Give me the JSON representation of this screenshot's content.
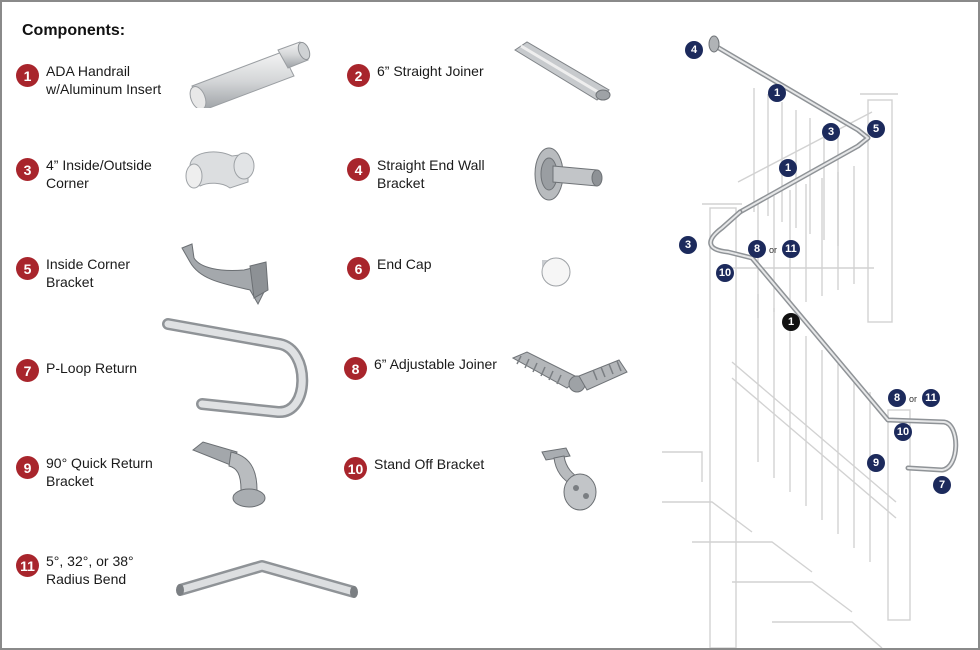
{
  "title": "Components:",
  "components": [
    {
      "num": "1",
      "line1": "ADA Handrail",
      "line2": "w/Aluminum Insert"
    },
    {
      "num": "2",
      "line1": "6” Straight Joiner",
      "line2": ""
    },
    {
      "num": "3",
      "line1": "4” Inside/Outside",
      "line2": "Corner"
    },
    {
      "num": "4",
      "line1": "Straight End Wall",
      "line2": "Bracket"
    },
    {
      "num": "5",
      "line1": "Inside Corner",
      "line2": "Bracket"
    },
    {
      "num": "6",
      "line1": "End Cap",
      "line2": ""
    },
    {
      "num": "7",
      "line1": "P-Loop Return",
      "line2": ""
    },
    {
      "num": "8",
      "line1": "6” Adjustable Joiner",
      "line2": ""
    },
    {
      "num": "9",
      "line1": "90° Quick Return",
      "line2": "Bracket"
    },
    {
      "num": "10",
      "line1": "Stand Off Bracket",
      "line2": ""
    },
    {
      "num": "11",
      "line1": "5°, 32°, or 38°",
      "line2": "Radius Bend"
    }
  ],
  "callouts": {
    "c4": "4",
    "c1a": "1",
    "c3a": "3",
    "c5": "5",
    "c1b": "1",
    "c3b": "3",
    "c8a": "8",
    "c11a": "11",
    "c10a": "10",
    "c1c": "1",
    "c8b": "8",
    "c11b": "11",
    "c10b": "10",
    "c9": "9",
    "c7": "7",
    "or": "or"
  }
}
